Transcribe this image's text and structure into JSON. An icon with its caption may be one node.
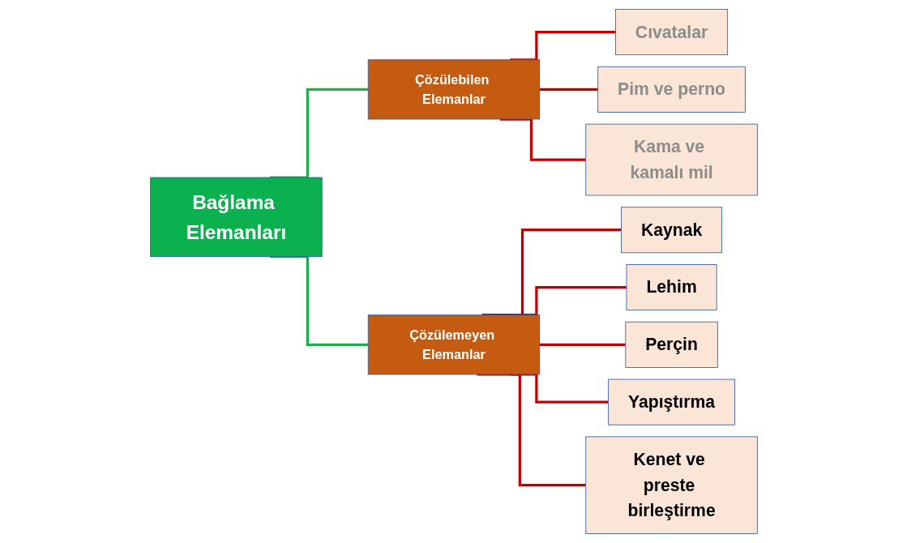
{
  "diagram": {
    "nodes": [
      {
        "text": [
          "Bağlama Elemanları"
        ]
      },
      {
        "text": [
          "Çözülebilen Elemanlar"
        ]
      },
      {
        "text": [
          "Çözülemeyen Elemanlar"
        ]
      },
      {
        "text": [
          "Cıvatalar"
        ]
      },
      {
        "text": [
          "Pim ve perno"
        ]
      },
      {
        "text": [
          "Kama ve kamalı mil"
        ]
      },
      {
        "text": [
          "Kaynak"
        ]
      },
      {
        "text": [
          "Lehim"
        ]
      },
      {
        "text": [
          "Perçin"
        ]
      },
      {
        "text": [
          "Yapıştırma"
        ]
      },
      {
        "text": [
          "Kenet ve preste birleştirme"
        ]
      }
    ],
    "edges": [
      {
        "from": 0,
        "to": 1,
        "arrow": "none",
        "color": "#1fb04c"
      },
      {
        "from": 0,
        "to": 2,
        "arrow": "none",
        "color": "#1fb04c"
      },
      {
        "from": 1,
        "to": 3,
        "arrow": "none"
      },
      {
        "from": 1,
        "to": 4,
        "arrow": "none"
      },
      {
        "from": 1,
        "to": 5,
        "arrow": "none"
      },
      {
        "from": 2,
        "to": 6,
        "arrow": "none"
      },
      {
        "from": 2,
        "to": 7,
        "arrow": "none"
      },
      {
        "from": 2,
        "to": 8,
        "arrow": "none"
      },
      {
        "from": 2,
        "to": 9,
        "arrow": "none"
      },
      {
        "from": 2,
        "to": 10,
        "arrow": "none"
      }
    ]
  }
}
